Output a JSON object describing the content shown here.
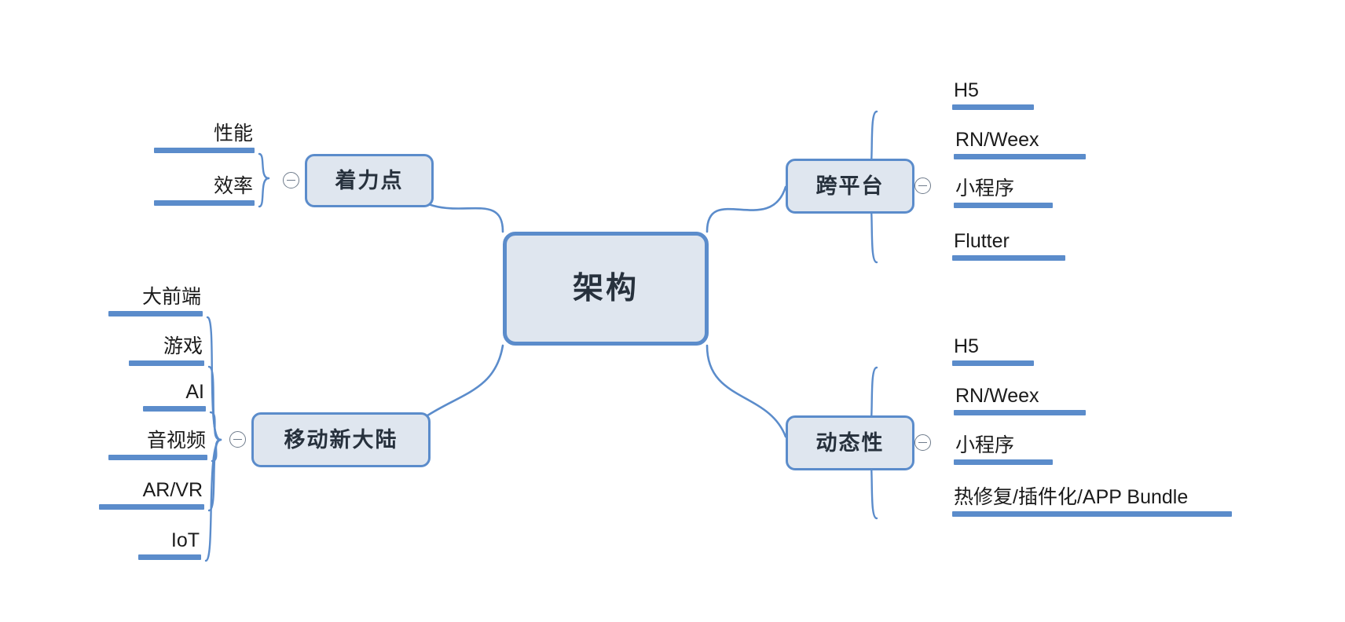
{
  "diagram": {
    "type": "mind-map",
    "title_node": "架构",
    "theme": {
      "accent": "#5b8ccb",
      "node_fill": "#dfe6ef",
      "node_border": "#5b8ccb",
      "text": "#1b1b1b",
      "background": "#ffffff",
      "toggle_stroke": "#6f7c8c"
    }
  },
  "root": {
    "label": "架构",
    "name": "root-node"
  },
  "branches": [
    {
      "id": "zhulidian",
      "label": "着力点",
      "side": "left",
      "toggle": "collapse-toggle",
      "children": [
        {
          "label": "性能"
        },
        {
          "label": "效率"
        }
      ]
    },
    {
      "id": "yidongxindalu",
      "label": "移动新大陆",
      "side": "left",
      "toggle": "collapse-toggle",
      "children": [
        {
          "label": "大前端"
        },
        {
          "label": "游戏"
        },
        {
          "label": "AI"
        },
        {
          "label": "音视频"
        },
        {
          "label": "AR/VR"
        },
        {
          "label": "IoT"
        }
      ]
    },
    {
      "id": "kuapingtai",
      "label": "跨平台",
      "side": "right",
      "toggle": "collapse-toggle",
      "children": [
        {
          "label": "H5"
        },
        {
          "label": "RN/Weex"
        },
        {
          "label": "小程序"
        },
        {
          "label": "Flutter"
        }
      ]
    },
    {
      "id": "dongtaixing",
      "label": "动态性",
      "side": "right",
      "toggle": "collapse-toggle",
      "children": [
        {
          "label": "H5"
        },
        {
          "label": "RN/Weex"
        },
        {
          "label": "小程序"
        },
        {
          "label": "热修复/插件化/APP Bundle"
        }
      ]
    }
  ]
}
